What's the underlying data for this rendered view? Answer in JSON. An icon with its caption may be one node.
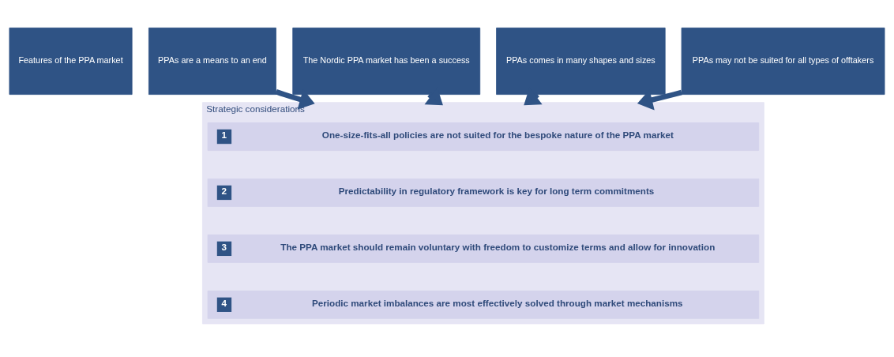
{
  "diagram": {
    "nodes": [
      {
        "text": [
          "Features of the PPA market"
        ]
      },
      {
        "text": [
          "PPAs are a means to an end"
        ]
      },
      {
        "text": [
          "The Nordic PPA market has been a success"
        ]
      },
      {
        "text": [
          "PPAs comes in many shapes and sizes"
        ]
      },
      {
        "text": [
          "PPAs may not be suited for all types of offtakers"
        ]
      },
      {
        "text": [
          "Strategic considerations"
        ]
      },
      {
        "text": [
          "1",
          "One-size-fits-all policies are not suited for the bespoke nature of the PPA market"
        ],
        "in": 5
      },
      {
        "text": [
          "2",
          "Predictability in regulatory framework is key for long term commitments"
        ],
        "in": 5
      },
      {
        "text": [
          "3",
          "The PPA market should remain voluntary with freedom to customize terms and allow for innovation"
        ],
        "in": 5
      },
      {
        "text": [
          "4",
          "Periodic market imbalances are most effectively solved through market mechanisms"
        ],
        "in": 5
      }
    ],
    "edges": [
      {
        "from": 1,
        "to": 5,
        "arrow": "to"
      },
      {
        "from": 2,
        "to": 5,
        "arrow": "to"
      },
      {
        "from": 3,
        "to": 5,
        "arrow": "to"
      },
      {
        "from": 4,
        "to": 5,
        "arrow": "to"
      }
    ]
  }
}
